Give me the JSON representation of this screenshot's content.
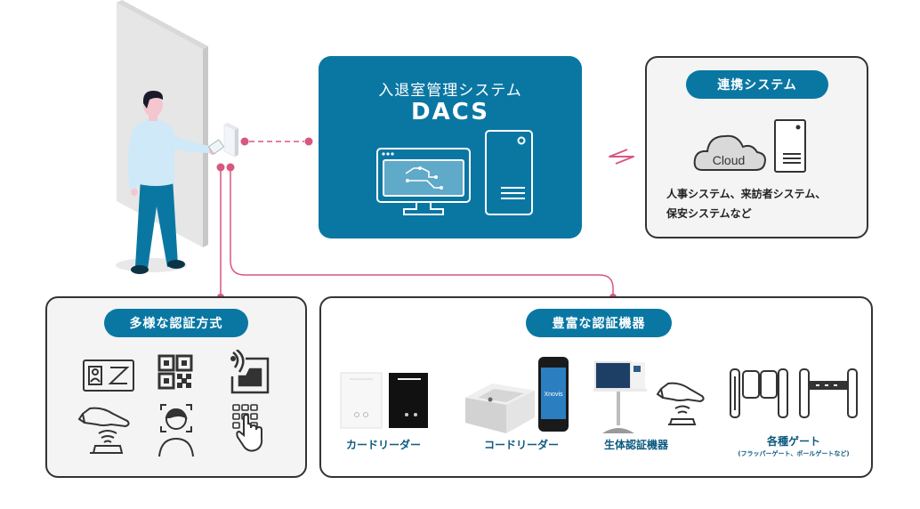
{
  "dacs": {
    "subtitle": "入退室管理システム",
    "title": "DACS",
    "icons": [
      "monitor-network-icon",
      "server-tower-icon"
    ]
  },
  "integration": {
    "pill_label": "連携システム",
    "cloud_label": "Cloud",
    "description_line1": "人事システム、来訪者システム、",
    "description_line2": "保安システムなど",
    "icons": [
      "cloud-icon",
      "server-icon"
    ]
  },
  "auth_methods": {
    "pill_label": "多様な認証方式",
    "icons": [
      "id-card-icon",
      "qr-code-icon",
      "nfc-phone-icon",
      "palm-vein-icon",
      "face-recognition-icon",
      "pin-keypad-icon"
    ]
  },
  "devices": {
    "pill_label": "豊富な認証機器",
    "items": [
      {
        "label": "カードリーダー",
        "sublabel": ""
      },
      {
        "label": "コードリーダー",
        "sublabel": "",
        "device_brand": "Xnovis"
      },
      {
        "label": "生体認証機器",
        "sublabel": ""
      },
      {
        "label": "各種ゲート",
        "sublabel": "(フラッパーゲート、ポールゲートなど)"
      }
    ]
  },
  "colors": {
    "brand_blue": "#0a77a3",
    "connector_pink": "#d9577f",
    "border_dark": "#333333",
    "panel_grey": "#f4f4f4"
  }
}
